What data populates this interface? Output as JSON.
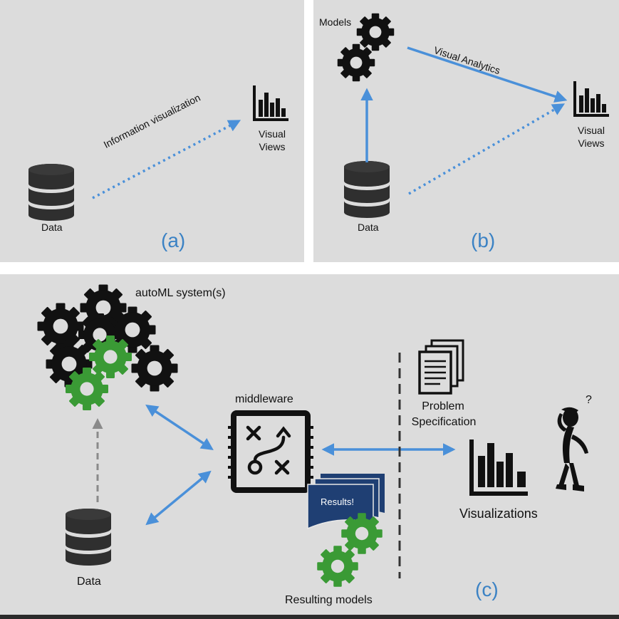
{
  "panel_a": {
    "caption": "(a)",
    "data_label": "Data",
    "arrow_label": "Information visualization",
    "views_label_1": "Visual",
    "views_label_2": "Views"
  },
  "panel_b": {
    "caption": "(b)",
    "models_label": "Models",
    "data_label": "Data",
    "arrow_label": "Visual Analytics",
    "views_label_1": "Visual",
    "views_label_2": "Views"
  },
  "panel_c": {
    "caption": "(c)",
    "automl_label": "autoML system(s)",
    "middleware_label": "middleware",
    "data_label": "Data",
    "results_text": "Results!",
    "resulting_models_label": "Resulting models",
    "problem_label_1": "Problem",
    "problem_label_2": "Specification",
    "visualizations_label": "Visualizations",
    "thinking_mark": "?"
  },
  "colors": {
    "panel_bg": "#dcdcdc",
    "arrow_blue": "#4a90d9",
    "caption_blue": "#3b82c4",
    "gear_black": "#111111",
    "gear_green": "#3a9a35",
    "results_navy": "#1f3f73",
    "dashed_grey": "#8a8a8a"
  },
  "icons": [
    "database-icon",
    "bar-chart-icon",
    "gear-icon",
    "document-stack-icon",
    "strategy-board-icon",
    "results-card-icon",
    "thinking-person-icon"
  ]
}
